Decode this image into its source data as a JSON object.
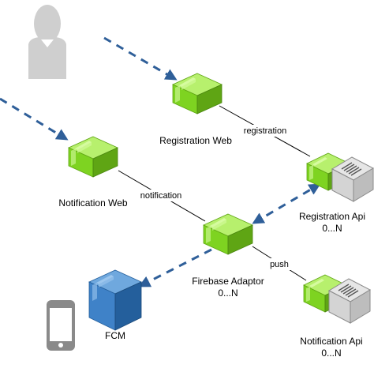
{
  "colors": {
    "green_top": "#b7f06d",
    "green_front": "#7ed321",
    "green_side": "#5fa514",
    "green_stripe": "#d6fba0",
    "blue_top": "#6fa8de",
    "blue_front": "#3f82c8",
    "blue_side": "#245f9c",
    "blue_stripe": "#9cc6ee",
    "gray": "#cfcfcf",
    "gray_dark": "#8a8a8a",
    "dashed_arrow": "#2f5f99",
    "line": "#000000"
  },
  "icons": {
    "user": "user-icon",
    "mobile": "mobile-phone-icon",
    "service": "service-cube-icon",
    "server": "server-icon",
    "fcm": "fcm-cube-icon"
  },
  "nodes": {
    "registration_web": {
      "label": "Registration Web"
    },
    "notification_web": {
      "label": "Notification Web"
    },
    "registration_api": {
      "label": "Registration Api",
      "multiplicity": "0...N"
    },
    "firebase_adaptor": {
      "label": "Firebase Adaptor",
      "multiplicity": "0...N"
    },
    "notification_api": {
      "label": "Notification Api",
      "multiplicity": "0...N"
    },
    "fcm": {
      "label": "FCM"
    }
  },
  "edges": {
    "registration": "registration",
    "notification": "notification",
    "push": "push"
  }
}
